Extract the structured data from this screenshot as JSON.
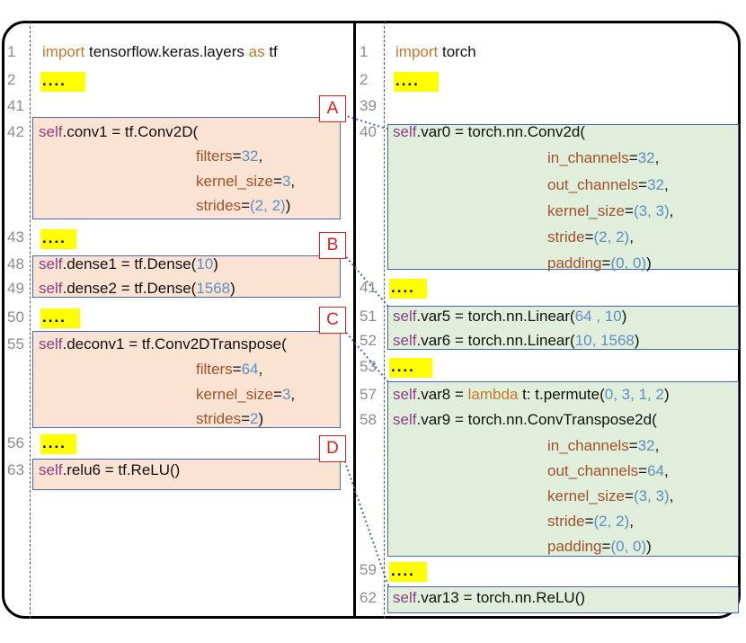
{
  "dots": "....",
  "left": {
    "import_kw": "import",
    "import_module": "tensorflow.keras.layers",
    "as_kw": "as",
    "alias": "tf",
    "line_numbers": [
      "1",
      "2",
      "41",
      "42",
      "43",
      "48",
      "49",
      "50",
      "55",
      "56",
      "63"
    ],
    "conv1": {
      "self": "self",
      "head": ".conv1 = tf.Conv2D(",
      "filters_param": "filters",
      "filters_val": "32",
      "kernel_param": "kernel_size",
      "kernel_val": "3",
      "strides_param": "strides",
      "strides_val": "(2, 2)"
    },
    "dense1": {
      "self": "self",
      "head": ".dense1 = tf.Dense(",
      "val": "10",
      "close": ")"
    },
    "dense2": {
      "self": "self",
      "head": ".dense2 = tf.Dense(",
      "val": "1568",
      "close": ")"
    },
    "deconv1": {
      "self": "self",
      "head": ".deconv1 = tf.Conv2DTranspose(",
      "filters_param": "filters",
      "filters_val": "64",
      "kernel_param": "kernel_size",
      "kernel_val": "3",
      "strides_param": "strides",
      "strides_val": "2"
    },
    "relu6": {
      "self": "self",
      "head": ".relu6 = tf.ReLU()"
    }
  },
  "right": {
    "import_kw": "import",
    "import_module": "torch",
    "line_numbers": [
      "1",
      "2",
      "39",
      "40",
      "41",
      "51",
      "52",
      "53",
      "57",
      "58",
      "59",
      "62"
    ],
    "var0": {
      "self": "self",
      "head": ".var0 = torch.nn.Conv2d(",
      "in_param": "in_channels",
      "in_val": "32",
      "out_param": "out_channels",
      "out_val": "32",
      "kernel_param": "kernel_size",
      "kernel_val": "(3, 3)",
      "stride_param": "stride",
      "stride_val": "(2, 2)",
      "padding_param": "padding",
      "padding_val": "(0, 0)"
    },
    "var5": {
      "self": "self",
      "head": ".var5 = torch.nn.Linear(",
      "val": "64 , 10",
      "close": ")"
    },
    "var6": {
      "self": "self",
      "head": ".var6 = torch.nn.Linear(",
      "val": "10, 1568",
      "close": ")"
    },
    "var8": {
      "self": "self",
      "head": ".var8 = ",
      "lambda_kw": "lambda",
      "body": " t: t.permute(",
      "val": "0, 3, 1, 2",
      "close": ")"
    },
    "var9": {
      "self": "self",
      "head": ".var9 = torch.nn.ConvTranspose2d(",
      "in_param": "in_channels",
      "in_val": "32",
      "out_param": "out_channels",
      "out_val": "64",
      "kernel_param": "kernel_size",
      "kernel_val": "(3, 3)",
      "stride_param": "stride",
      "stride_val": "(2, 2)",
      "padding_param": "padding",
      "padding_val": "(0, 0)"
    },
    "var13": {
      "self": "self",
      "head": ".var13 = torch.nn.ReLU()"
    }
  },
  "tags": [
    "A",
    "B",
    "C",
    "D"
  ]
}
